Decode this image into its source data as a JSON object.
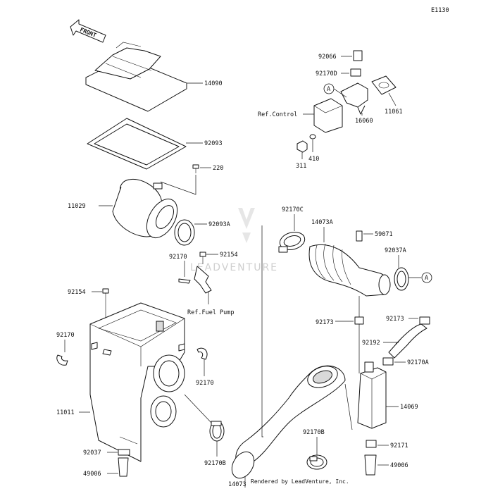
{
  "diagram_code": "E1130",
  "front_label": "FRONT",
  "watermark": "LEADVENTURE",
  "footer": "Rendered by LeadVenture, Inc.",
  "callouts": {
    "c14090": "14090",
    "c92093": "92093",
    "c220": "220",
    "c11029": "11029",
    "c92093A": "92093A",
    "c92170_top": "92170",
    "c92154_top": "92154",
    "c92154_left": "92154",
    "c92170_left": "92170",
    "c92170_mid": "92170",
    "c11011": "11011",
    "c92037": "92037",
    "c49006_left": "49006",
    "c92170B_left": "92170B",
    "c14073": "14073",
    "c92170B_right": "92170B",
    "c92170C": "92170C",
    "c14073A": "14073A",
    "c59071": "59071",
    "c92037A": "92037A",
    "c92173_left": "92173",
    "c92173_right": "92173",
    "c92192": "92192",
    "c92170A": "92170A",
    "c14069": "14069",
    "c92171": "92171",
    "c49006_right": "49006",
    "c92066": "92066",
    "c92170D": "92170D",
    "c11061": "11061",
    "c16060": "16060",
    "c311": "311",
    "c410": "410",
    "ref_control": "Ref.Control",
    "ref_fuel_pump": "Ref.Fuel Pump",
    "marker_a_top": "A",
    "marker_a_right": "A"
  }
}
